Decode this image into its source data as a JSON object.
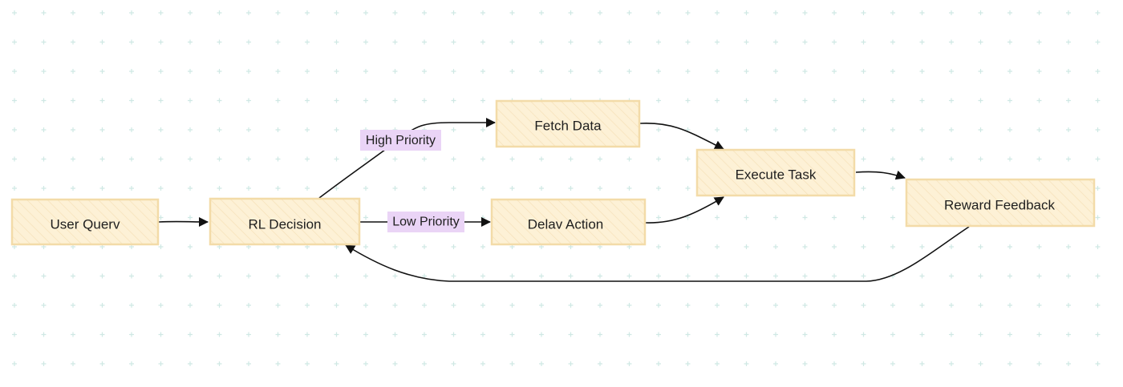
{
  "nodes": {
    "user_query": "User Querv",
    "rl_decision": "RL Decision",
    "fetch_data": "Fetch Data",
    "delay_action": "Delav Action",
    "execute_task": "Execute Task",
    "reward_feedback": "Reward Feedback"
  },
  "edge_labels": {
    "high_priority": "High Priority",
    "low_priority": "Low Priority"
  },
  "colors": {
    "node_fill": "#fdf1d6",
    "node_stroke": "#f3dba8",
    "edge_label_bg": "#ead4f6",
    "edge": "#111111",
    "grid": "#cfe8e4"
  }
}
